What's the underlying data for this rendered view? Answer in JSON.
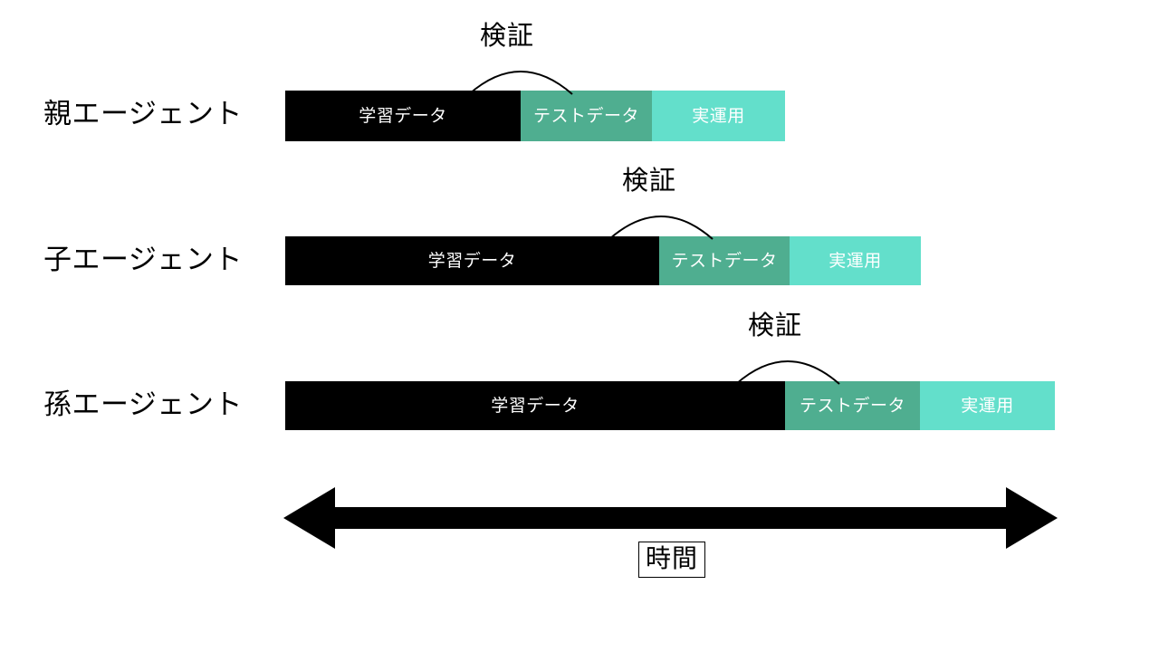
{
  "diagram": {
    "background_color": "#ffffff",
    "colors": {
      "train": "#000000",
      "test": "#4FAE90",
      "production": "#63DFCB",
      "arrow": "#000000",
      "text": "#000000",
      "segment_text": "#ffffff"
    },
    "rows": [
      {
        "label": "親エージェント",
        "segments": [
          {
            "label": "学習データ",
            "kind": "train"
          },
          {
            "label": "テストデータ",
            "kind": "test"
          },
          {
            "label": "実運用",
            "kind": "production"
          }
        ],
        "annotation": "検証"
      },
      {
        "label": "子エージェント",
        "segments": [
          {
            "label": "学習データ",
            "kind": "train"
          },
          {
            "label": "テストデータ",
            "kind": "test"
          },
          {
            "label": "実運用",
            "kind": "production"
          }
        ],
        "annotation": "検証"
      },
      {
        "label": "孫エージェント",
        "segments": [
          {
            "label": "学習データ",
            "kind": "train"
          },
          {
            "label": "テストデータ",
            "kind": "test"
          },
          {
            "label": "実運用",
            "kind": "production"
          }
        ],
        "annotation": "検証"
      }
    ],
    "axis": {
      "label": "時間",
      "direction": "bidirectional"
    }
  }
}
